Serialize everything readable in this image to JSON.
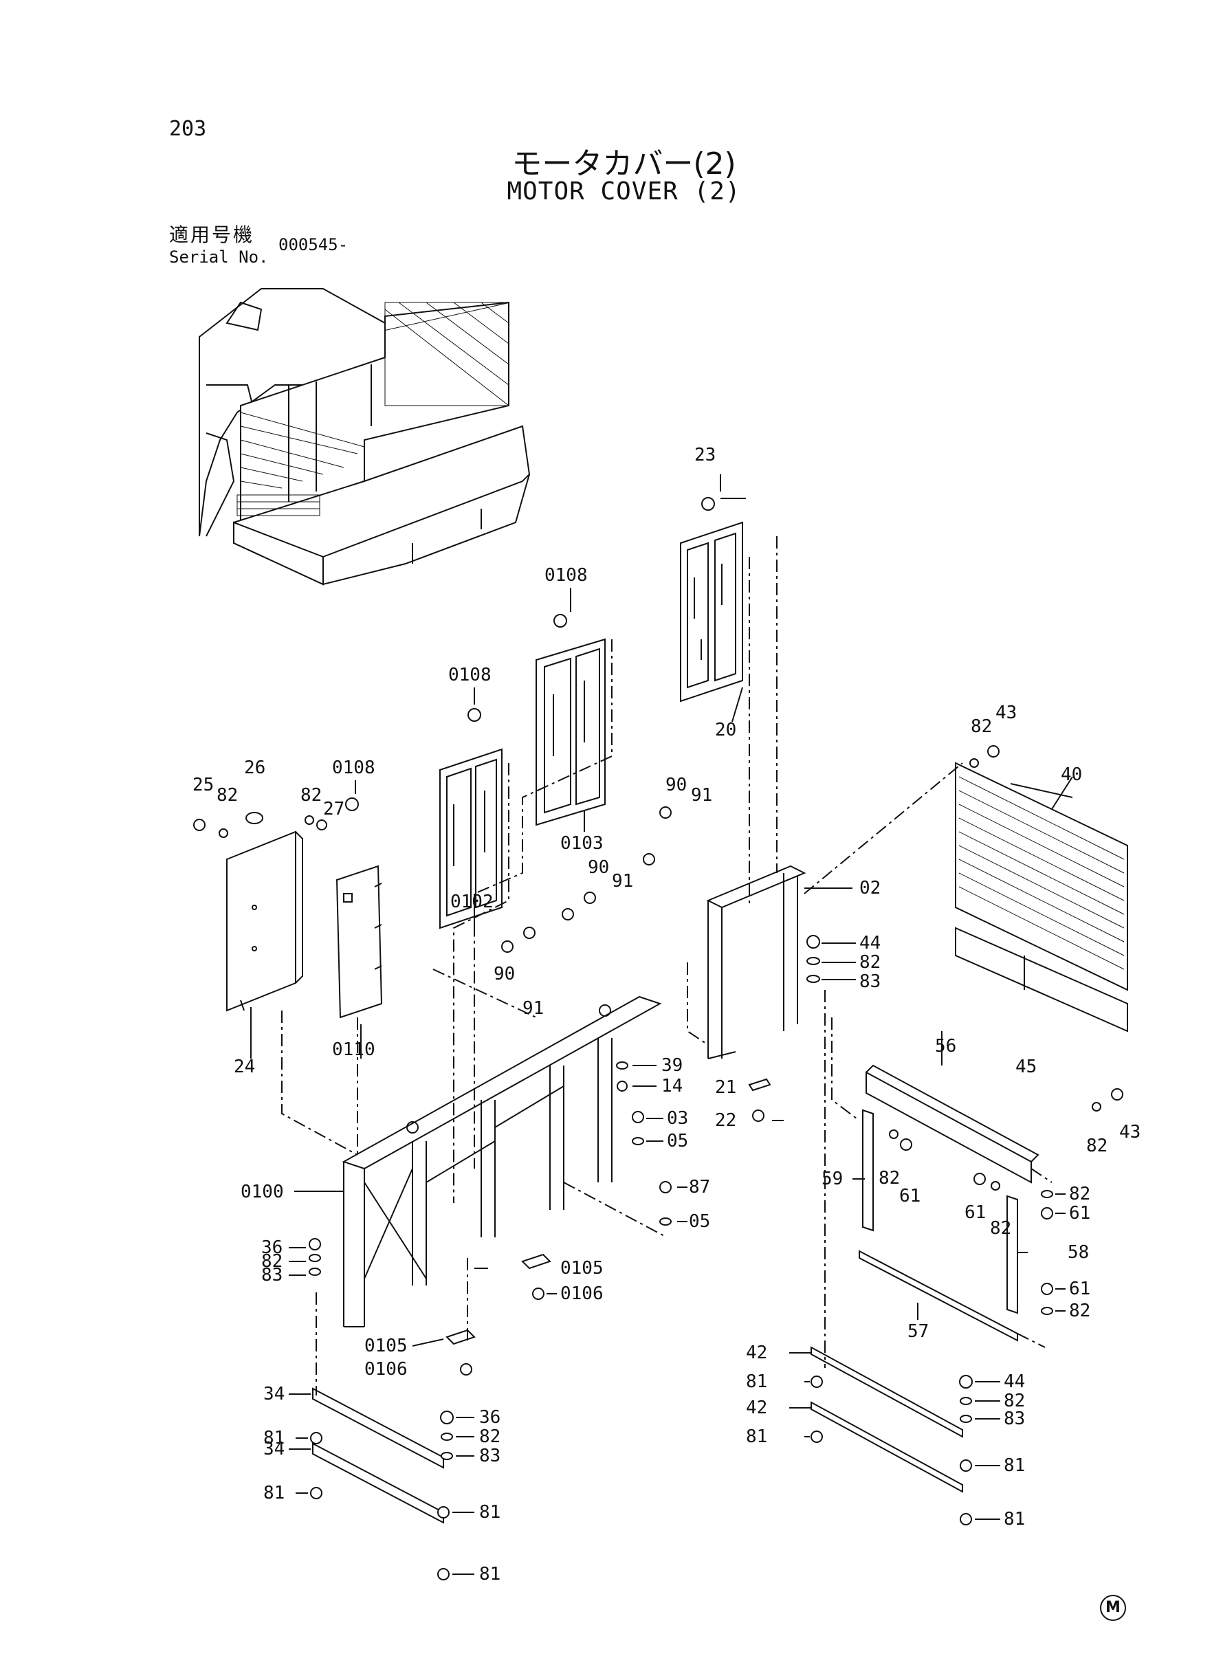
{
  "header": {
    "page_number": "203",
    "title_jp": "モータカバー(2)",
    "title_en": "MOTOR COVER (2)",
    "serial_label_jp": "適用号機",
    "serial_label_en": "Serial No.",
    "serial_value": "000545-"
  },
  "footer_mark": "M",
  "part_labels": [
    "23",
    "0108",
    "0108",
    "0108",
    "20",
    "0103",
    "0102",
    "0110",
    "24",
    "25",
    "82",
    "26",
    "82",
    "27",
    "90",
    "91",
    "90",
    "91",
    "90",
    "91",
    "02",
    "44",
    "82",
    "83",
    "82",
    "43",
    "40",
    "45",
    "82",
    "43",
    "56",
    "39",
    "14",
    "03",
    "05",
    "87",
    "05",
    "21",
    "22",
    "0100",
    "36",
    "82",
    "83",
    "0105",
    "0106",
    "0105",
    "0106",
    "59",
    "82",
    "61",
    "61",
    "82",
    "82",
    "61",
    "58",
    "61",
    "82",
    "57",
    "42",
    "81",
    "44",
    "82",
    "83",
    "81",
    "42",
    "81",
    "81",
    "34",
    "81",
    "36",
    "82",
    "83",
    "34",
    "81",
    "81",
    "81"
  ]
}
